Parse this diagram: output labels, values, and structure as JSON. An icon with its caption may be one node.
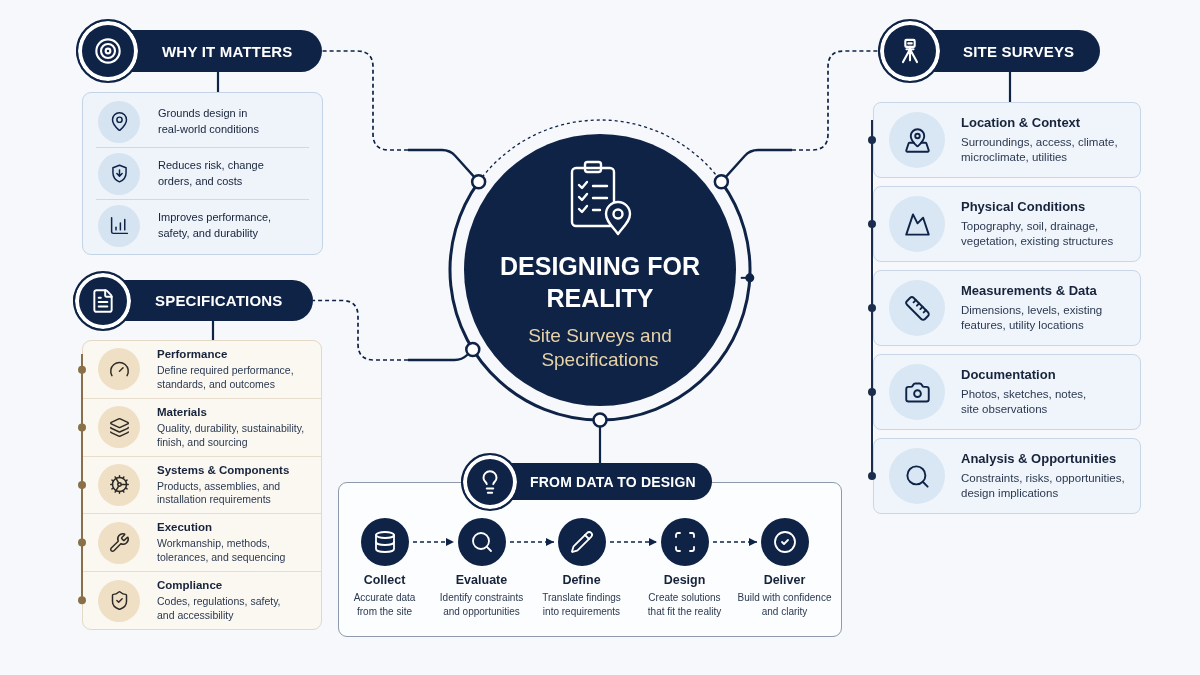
{
  "diagram": {
    "nodes": [
      {
        "text": [
          "DESIGNING FOR REALITY",
          "Site Surveys and Specifications"
        ]
      },
      {
        "text": [
          "WHY IT MATTERS"
        ]
      },
      {
        "text": [],
        "shape": "box"
      },
      {
        "text": [
          "Grounds design in real-world conditions"
        ],
        "in": 2
      },
      {
        "text": [
          "Reduces risk, change orders, and costs"
        ],
        "in": 2
      },
      {
        "text": [
          "Improves performance, safety, and durability"
        ],
        "in": 2
      },
      {
        "text": [
          "SPECIFICATIONS"
        ]
      },
      {
        "text": [],
        "shape": "box"
      },
      {
        "text": [
          "Performance",
          "Define required performance, standards, and outcomes"
        ],
        "in": 7
      },
      {
        "text": [
          "Materials",
          "Quality, durability, sustainability, finish, and sourcing"
        ],
        "in": 7
      },
      {
        "text": [
          "Systems & Components",
          "Products, assemblies, and installation requirements"
        ],
        "in": 7
      },
      {
        "text": [
          "Execution",
          "Workmanship, methods, tolerances, and sequencing"
        ],
        "in": 7
      },
      {
        "text": [
          "Compliance",
          "Codes, regulations, safety, and accessibility"
        ],
        "in": 7
      },
      {
        "text": [
          "SITE SURVEYS"
        ]
      },
      {
        "text": [
          "Location & Context",
          "Surroundings, access, climate, microclimate, utilities"
        ]
      },
      {
        "text": [
          "Physical Conditions",
          "Topography, soil, drainage, vegetation, existing structures"
        ]
      },
      {
        "text": [
          "Measurements & Data",
          "Dimensions, levels, existing features, utility locations"
        ]
      },
      {
        "text": [
          "Documentation",
          "Photos, sketches, notes, site observations"
        ]
      },
      {
        "text": [
          "Analysis & Opportunities",
          "Constraints, risks, opportunities, design implications"
        ]
      },
      {
        "text": [
          "FROM DATA TO DESIGN"
        ]
      },
      {
        "text": [],
        "shape": "box"
      },
      {
        "text": [],
        "shape": "circle",
        "in": 20,
        "beside": [
          "Collect",
          "Accurate data from the site"
        ]
      },
      {
        "text": [],
        "shape": "circle",
        "in": 20,
        "beside": [
          "Evaluate",
          "Identify constraints and opportunities"
        ]
      },
      {
        "text": [],
        "shape": "circle",
        "in": 20,
        "beside": [
          "Define",
          "Translate findings into requirements"
        ]
      },
      {
        "text": [],
        "shape": "circle",
        "in": 20,
        "beside": [
          "Design",
          "Create solutions that fit the reality"
        ]
      },
      {
        "text": [],
        "shape": "circle",
        "in": 20,
        "beside": [
          "Deliver",
          "Build with confidence and clarity"
        ]
      }
    ],
    "edges": [
      {
        "from": 0,
        "to": 1,
        "arrow": "none",
        "style": "dashed"
      },
      {
        "from": 0,
        "to": 13,
        "arrow": "none",
        "style": "dashed"
      },
      {
        "from": 0,
        "to": 6,
        "arrow": "none",
        "style": "dashed"
      },
      {
        "from": 0,
        "to": 19,
        "arrow": "none"
      },
      {
        "from": 1,
        "to": 2,
        "arrow": "none"
      },
      {
        "from": 6,
        "to": 7,
        "arrow": "none"
      },
      {
        "from": 13,
        "to": 14,
        "arrow": "none"
      },
      {
        "from": 21,
        "to": 22,
        "arrow": "to",
        "style": "dashed"
      },
      {
        "from": 22,
        "to": 23,
        "arrow": "to",
        "style": "dashed"
      },
      {
        "from": 23,
        "to": 24,
        "arrow": "to",
        "style": "dashed"
      },
      {
        "from": 24,
        "to": 25,
        "arrow": "to",
        "style": "dashed"
      }
    ]
  }
}
